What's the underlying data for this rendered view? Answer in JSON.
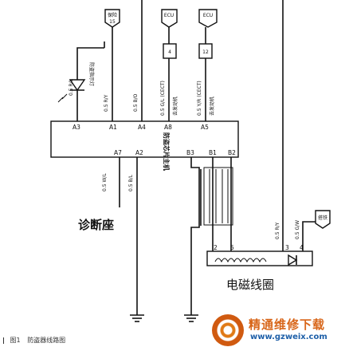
{
  "diagram": {
    "main_unit_label": "防盗芯片主机",
    "diag_label": "诊断座",
    "coil_label": "电磁线圈",
    "pins": {
      "a3": "A3",
      "a1": "A1",
      "a4": "A4",
      "a8": "A8",
      "a5": "A5",
      "a7": "A7",
      "a2": "A2",
      "b3": "B3",
      "b1": "B1",
      "b2": "B2",
      "coil_2": "2",
      "coil_5": "5",
      "coil_3": "3",
      "coil_4": "4"
    },
    "wire_labels": {
      "a3": "0.5 R/L",
      "a1": "0.5 R/Y",
      "a4": "0.5 B/O",
      "a8": "0.5 G/L (CECT)",
      "a5": "0.5 Y/R (CECT)",
      "a7": "0.5 W/L",
      "a2": "0.5 B/L",
      "coil_3": "0.5 R/Y",
      "coil_4": "0.5 G/W"
    },
    "side_notes": {
      "led": "防盗指示灯",
      "a8": "去发动机",
      "a5": "去发动机"
    },
    "connectors": {
      "c1_top": "保险",
      "c1_id": "15",
      "c2_top": "ECU",
      "c2_id": "4",
      "c3_top": "ECU",
      "c3_id": "12",
      "c4_top": "搭铁"
    }
  },
  "caption": {
    "figure_no": "图1",
    "text": "防盗器线路图"
  },
  "watermark": {
    "title": "精通维修下载",
    "url": "www.gzweix.com"
  }
}
